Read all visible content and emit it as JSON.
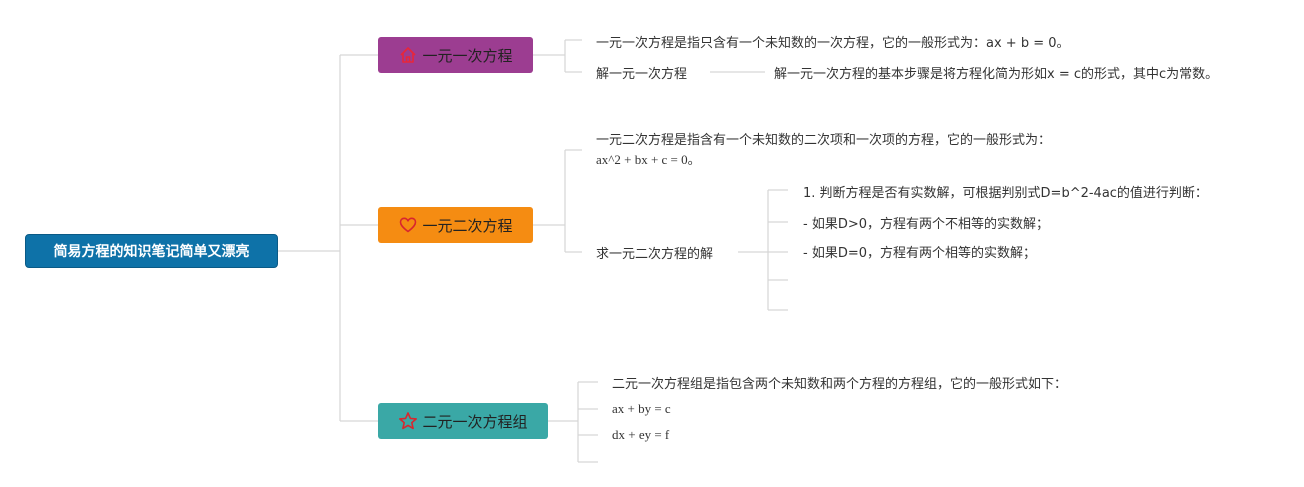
{
  "root": {
    "label": "简易方程的知识笔记简单又漂亮"
  },
  "branches": [
    {
      "label": "一元一次方程",
      "color": "#9c3d91",
      "icon": "house-icon",
      "def": "一元一次方程是指只含有一个未知数的一次方程，它的一般形式为：ax + b = 0。",
      "sub_label": "解一元一次方程",
      "sub_detail": "解一元一次方程的基本步骤是将方程化简为形如x = c的形式，其中c为常数。"
    },
    {
      "label": "一元二次方程",
      "color": "#f58c12",
      "icon": "heart-icon",
      "def_line1": "一元二次方程是指含有一个未知数的二次项和一次项的方程，它的一般形式为：",
      "def_line2": "ax^2 + bx + c = 0。",
      "sub_label": "求一元二次方程的解",
      "steps": [
        "1. 判断方程是否有实数解，可根据判别式D=b^2-4ac的值进行判断：",
        "- 如果D>0，方程有两个不相等的实数解；",
        "- 如果D=0，方程有两个相等的实数解；"
      ]
    },
    {
      "label": "二元一次方程组",
      "color": "#3aa8a6",
      "icon": "star-icon",
      "def": "二元一次方程组是指包含两个未知数和两个方程的方程组，它的一般形式如下：",
      "eq1": "ax + by = c",
      "eq2": "dx + ey = f"
    }
  ]
}
